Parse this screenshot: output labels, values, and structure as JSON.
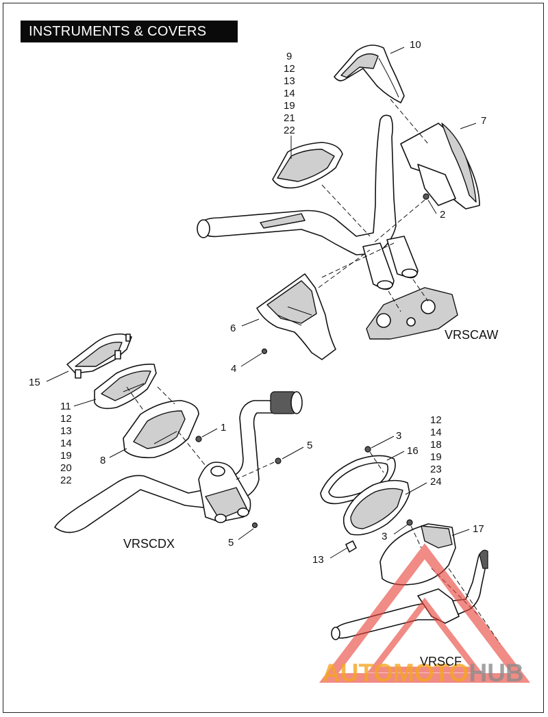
{
  "header": {
    "title": "INSTRUMENTS & COVERS"
  },
  "models": {
    "vrscaw": "VRSCAW",
    "vrscdx": "VRSCDX",
    "vrscf": "VRSCF"
  },
  "callouts": {
    "c10": "10",
    "c7": "7",
    "c2": "2",
    "c6": "6",
    "c4": "4",
    "c15": "15",
    "c1": "1",
    "c8": "8",
    "c5a": "5",
    "c5b": "5",
    "c3a": "3",
    "c16": "16",
    "c3b": "3",
    "c17": "17",
    "c13": "13",
    "stack_vrscaw": [
      "9",
      "12",
      "13",
      "14",
      "19",
      "21",
      "22"
    ],
    "stack_vrscdx": [
      "11",
      "12",
      "13",
      "14",
      "19",
      "20",
      "22"
    ],
    "stack_vrscf": [
      "12",
      "14",
      "18",
      "19",
      "23",
      "24"
    ]
  },
  "watermark": {
    "part1": "AUTOMOTO",
    "part2": "HUB",
    "color_orange": "#f5a623",
    "color_red": "#e8453c",
    "color_grey": "#9a9a9a"
  }
}
